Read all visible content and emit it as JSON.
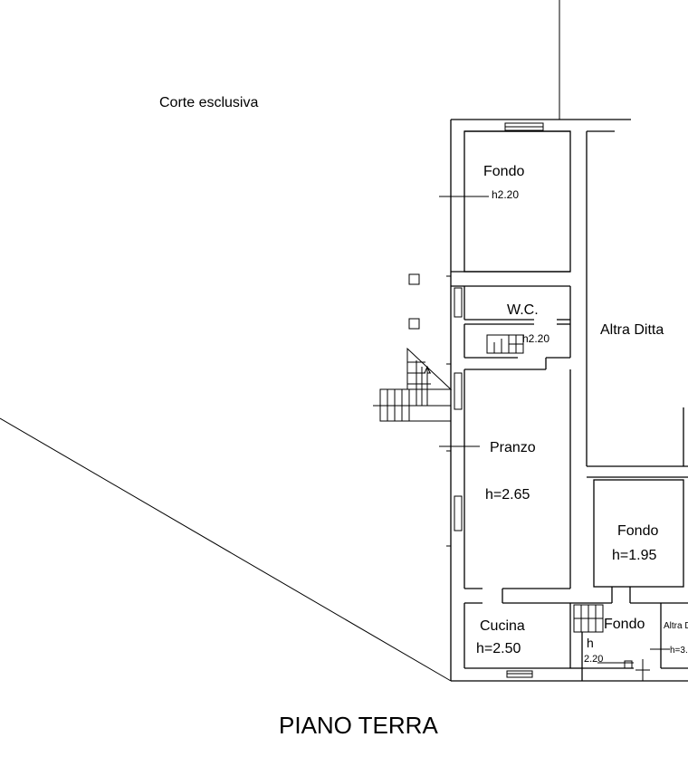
{
  "drawing": {
    "title": "PIANO TERRA",
    "court_label": "Corte esclusiva",
    "rooms": {
      "fondo_top": {
        "name": "Fondo",
        "height": "h2.20"
      },
      "wc": {
        "name": "W.C.",
        "height": "h2.20"
      },
      "altra_ditta": {
        "name": "Altra Ditta"
      },
      "pranzo": {
        "name": "Pranzo",
        "height": "h=2.65"
      },
      "fondo_right": {
        "name": "Fondo",
        "height": "h=1.95"
      },
      "cucina": {
        "name": "Cucina",
        "height": "h=2.50"
      },
      "fondo_small": {
        "name": "Fondo",
        "height_h": "h",
        "height_val": "2.20"
      },
      "altra_ditta_small": {
        "name": "Altra D",
        "height": "h=3."
      }
    }
  }
}
